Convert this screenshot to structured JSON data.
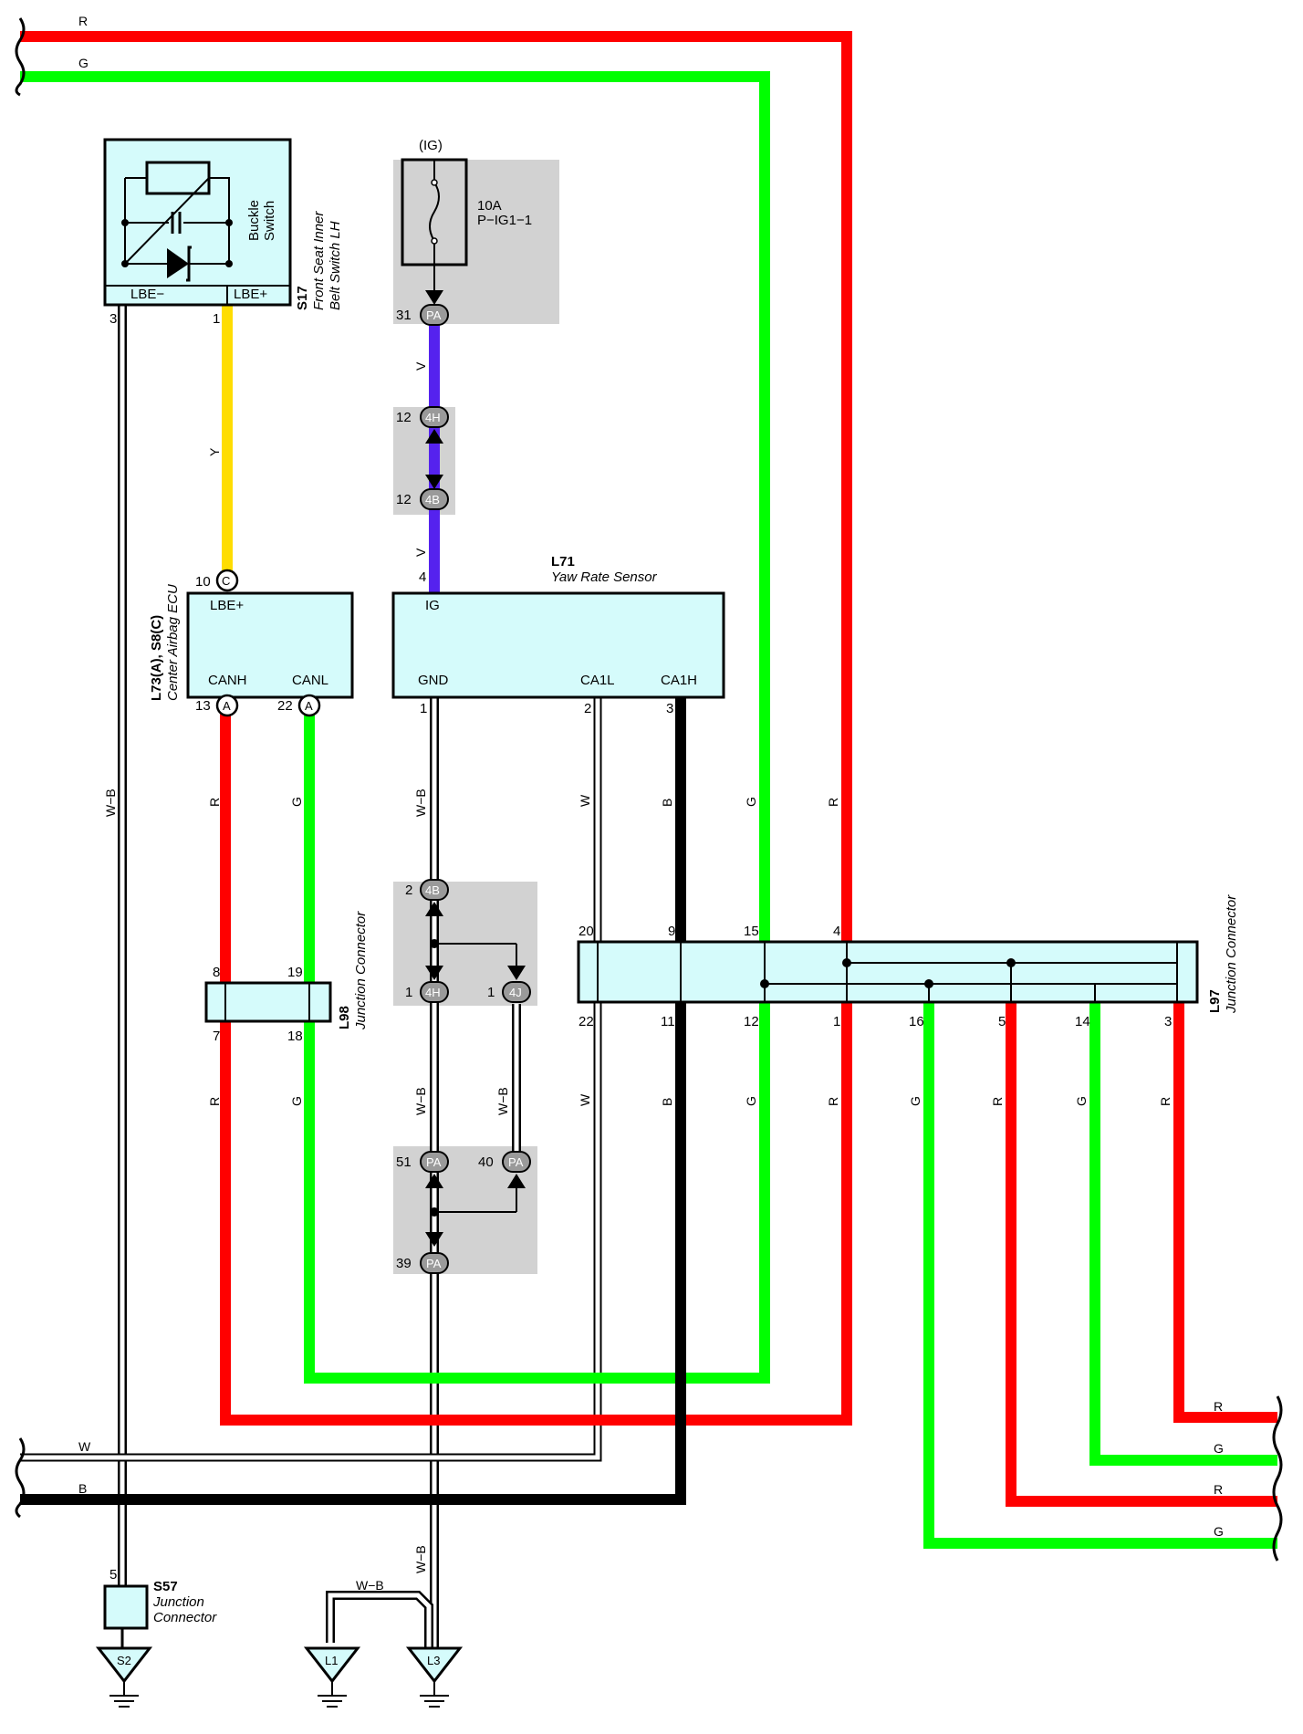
{
  "colors": {
    "R": "#ff0000",
    "G": "#00ff00",
    "Y": "#ffdd00",
    "V": "#5522ee",
    "B": "#000000",
    "W": "#ffffff",
    "box_fill": "#d5fbfb",
    "shade": "#d2d2d2"
  },
  "bus_labels": {
    "top_r": "R",
    "top_g": "G",
    "bottom_w": "W",
    "bottom_b": "B",
    "right_r1": "R",
    "right_g1": "G",
    "right_r2": "R",
    "right_g2": "G"
  },
  "s17": {
    "code": "S17",
    "name_line1": "Front Seat Inner",
    "name_line2": "Belt Switch LH",
    "switch_line1": "Buckle",
    "switch_line2": "Switch",
    "term_neg": "LBE−",
    "term_pos": "LBE+",
    "pin_neg": "3",
    "pin_pos": "1"
  },
  "fuse": {
    "source": "(IG)",
    "rating": "10A",
    "name": "P−IG1−1"
  },
  "connectors": {
    "pa": "PA",
    "c4h": "4H",
    "c4b": "4B",
    "c4j": "4J",
    "a": "A",
    "c": "C"
  },
  "ecu": {
    "code": "L73(A), S8(C)",
    "name": "Center Airbag ECU",
    "t_lbe": "LBE+",
    "t_canh": "CANH",
    "t_canl": "CANL",
    "pin_lbe": "10",
    "pin_canh": "13",
    "pin_canl": "22"
  },
  "sensor": {
    "code": "L71",
    "name": "Yaw Rate Sensor",
    "t_ig": "IG",
    "t_gnd": "GND",
    "t_ca1l": "CA1L",
    "t_ca1h": "CA1H",
    "pin_ig": "4",
    "pin_gnd": "1",
    "pin_ca1l": "2",
    "pin_ca1h": "3"
  },
  "pins": {
    "pa31": "31",
    "h12": "12",
    "b12": "12",
    "b2": "2",
    "h1": "1",
    "j1": "1",
    "pa51": "51",
    "pa40": "40",
    "pa39": "39"
  },
  "l98": {
    "code": "L98",
    "name": "Junction Connector",
    "p8": "8",
    "p19": "19",
    "p7": "7",
    "p18": "18"
  },
  "l97": {
    "code": "L97",
    "name": "Junction Connector",
    "top_pins": [
      "20",
      "9",
      "15",
      "4"
    ],
    "bottom_pins": [
      "22",
      "11",
      "12",
      "1",
      "16",
      "5",
      "14",
      "3"
    ]
  },
  "s57": {
    "code": "S57",
    "name_line1": "Junction",
    "name_line2": "Connector",
    "pin": "5"
  },
  "grounds": {
    "s2": "S2",
    "l1": "L1",
    "l3": "L3"
  },
  "wire_labels": {
    "y_s17": "Y",
    "wb_s17": "W−B",
    "v_upper": "V",
    "v_lower": "V",
    "r_canh": "R",
    "g_canl": "G",
    "wb_gnd": "W−B",
    "w_ca1l": "W",
    "b_ca1h": "B",
    "g_bus": "G",
    "r_bus": "R",
    "r_l98_low": "R",
    "g_l98_low": "G",
    "wb_4h": "W−B",
    "wb_4j": "W−B",
    "w_l97_22": "W",
    "b_l97_11": "B",
    "g_l97_12": "G",
    "r_l97_1": "R",
    "g_l97_16": "G",
    "r_l97_5": "R",
    "g_l97_14": "G",
    "r_l97_3": "R",
    "wb_ground": "W−B",
    "wb_l1": "W−B"
  }
}
